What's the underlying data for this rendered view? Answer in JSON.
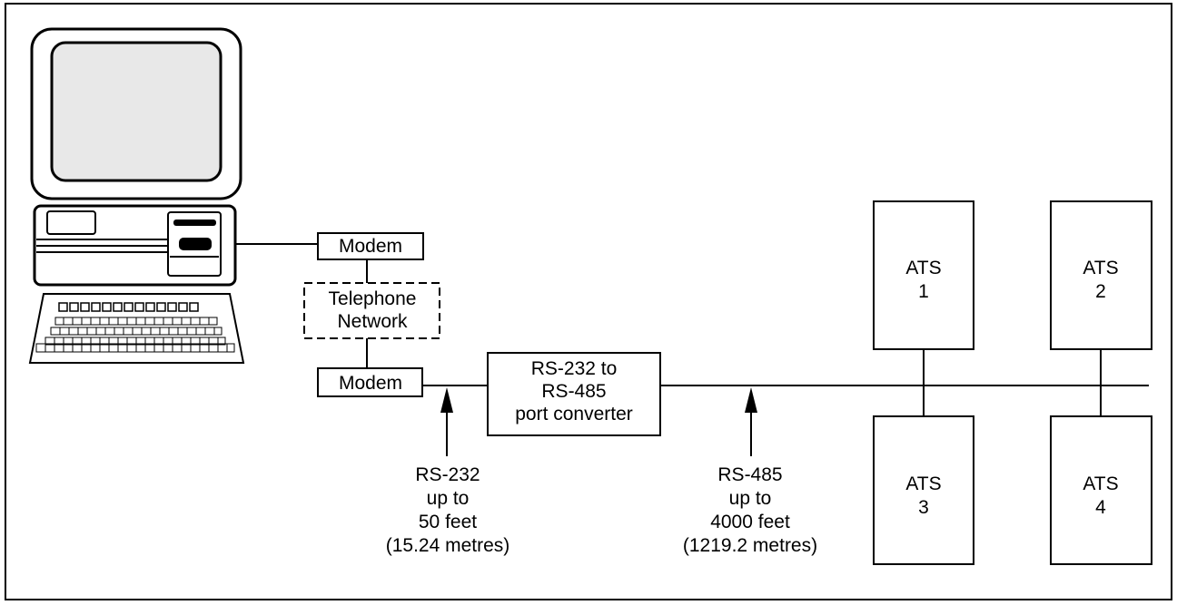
{
  "modem_top": "Modem",
  "telephone_network": [
    "Telephone",
    "Network"
  ],
  "modem_bottom": "Modem",
  "converter": [
    "RS-232 to",
    "RS-485",
    "port converter"
  ],
  "ats": [
    {
      "line1": "ATS",
      "line2": "1"
    },
    {
      "line1": "ATS",
      "line2": "2"
    },
    {
      "line1": "ATS",
      "line2": "3"
    },
    {
      "line1": "ATS",
      "line2": "4"
    }
  ],
  "rs232_label": [
    "RS-232",
    "up to",
    "50 feet",
    "(15.24 metres)"
  ],
  "rs485_label": [
    "RS-485",
    "up to",
    "4000 feet",
    "(1219.2 metres)"
  ]
}
